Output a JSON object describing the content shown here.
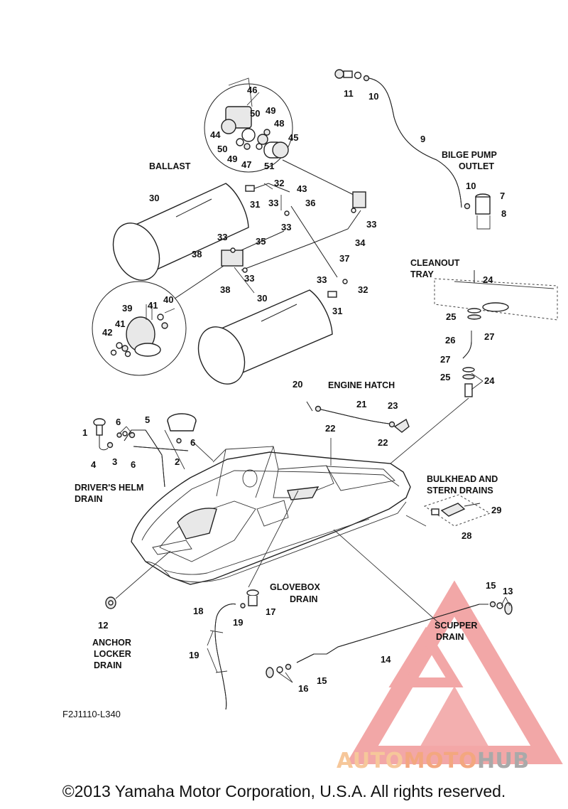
{
  "labels": {
    "ballast": "BALLAST",
    "bilge_1": "BILGE PUMP",
    "bilge_2": "OUTLET",
    "cleanout_1": "CLEANOUT",
    "cleanout_2": "TRAY",
    "engine_hatch": "ENGINE HATCH",
    "helm_1": "DRIVER'S HELM",
    "helm_2": "DRAIN",
    "bulk_1": "BULKHEAD AND",
    "bulk_2": "STERN DRAINS",
    "glove_1": "GLOVEBOX",
    "glove_2": "DRAIN",
    "scupper_1": "SCUPPER",
    "scupper_2": "DRAIN",
    "anchor_1": "ANCHOR",
    "anchor_2": "LOCKER",
    "anchor_3": "DRAIN"
  },
  "part_numbers": {
    "p1": "1",
    "p2": "2",
    "p3": "3",
    "p4": "4",
    "p5": "5",
    "p6a": "6",
    "p6b": "6",
    "p6c": "6",
    "p7": "7",
    "p8": "8",
    "p9": "9",
    "p10a": "10",
    "p10b": "10",
    "p11": "11",
    "p12": "12",
    "p13": "13",
    "p14": "14",
    "p15a": "15",
    "p15b": "15",
    "p16": "16",
    "p17": "17",
    "p18": "18",
    "p19a": "19",
    "p19b": "19",
    "p20": "20",
    "p21": "21",
    "p22a": "22",
    "p22b": "22",
    "p23": "23",
    "p24a": "24",
    "p24b": "24",
    "p25a": "25",
    "p25b": "25",
    "p26": "26",
    "p27a": "27",
    "p27b": "27",
    "p28": "28",
    "p29": "29",
    "p30a": "30",
    "p30b": "30",
    "p31a": "31",
    "p31b": "31",
    "p32a": "32",
    "p32b": "32",
    "p33a": "33",
    "p33b": "33",
    "p33c": "33",
    "p33d": "33",
    "p33e": "33",
    "p33f": "33",
    "p34": "34",
    "p35": "35",
    "p36": "36",
    "p37": "37",
    "p38a": "38",
    "p38b": "38",
    "p39": "39",
    "p40": "40",
    "p41a": "41",
    "p41b": "41",
    "p42": "42",
    "p43": "43",
    "p44": "44",
    "p45": "45",
    "p46": "46",
    "p47": "47",
    "p48": "48",
    "p49a": "49",
    "p49b": "49",
    "p50a": "50",
    "p50b": "50",
    "p51": "51"
  },
  "diagram_code": "F2J1110-L340",
  "copyright": "©2013 Yamaha Motor Corporation, U.S.A. All rights reserved.",
  "watermark": {
    "part_a": "AUTO",
    "part_b": "MOTO",
    "part_c": "HUB",
    "colors": {
      "auto": "#f6c79a",
      "moto": "#f3a77f",
      "hub": "#a9a9a9",
      "triangle": "#ef8f8f"
    }
  }
}
